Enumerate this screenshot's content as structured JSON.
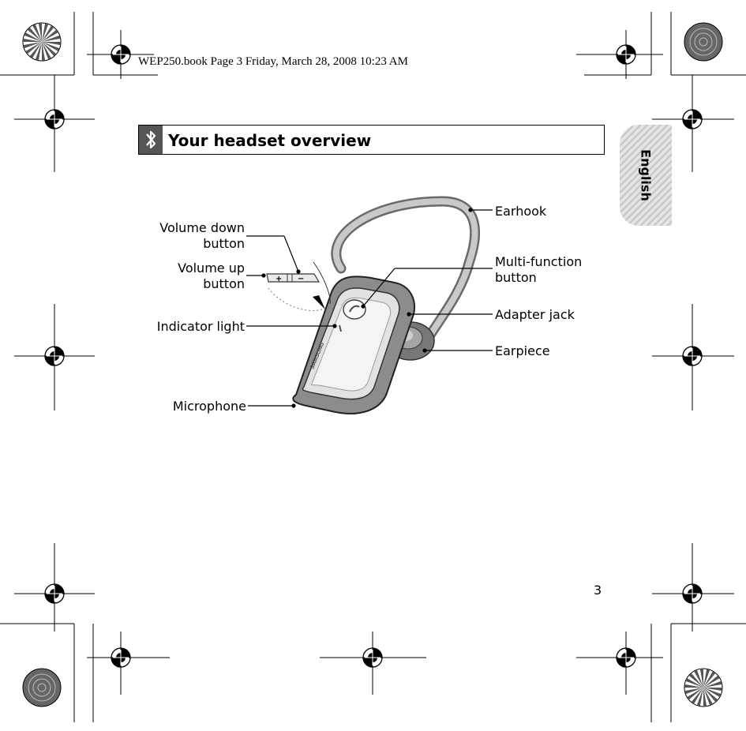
{
  "print_header": "WEP250.book  Page 3  Friday, March 28, 2008  10:23 AM",
  "section": {
    "title": "Your headset overview",
    "icon": "bluetooth-icon"
  },
  "language_tab": "English",
  "callouts": {
    "volume_down": [
      "Volume down",
      "button"
    ],
    "volume_up": [
      "Volume up",
      "button"
    ],
    "indicator": "Indicator light",
    "microphone": "Microphone",
    "earhook": "Earhook",
    "multi_function": [
      "Multi-function",
      "button"
    ],
    "adapter_jack": "Adapter jack",
    "earpiece": "Earpiece"
  },
  "device": {
    "brand": "SAMSUNG",
    "volume_keys": [
      "+",
      "−"
    ]
  },
  "page_number": "3"
}
